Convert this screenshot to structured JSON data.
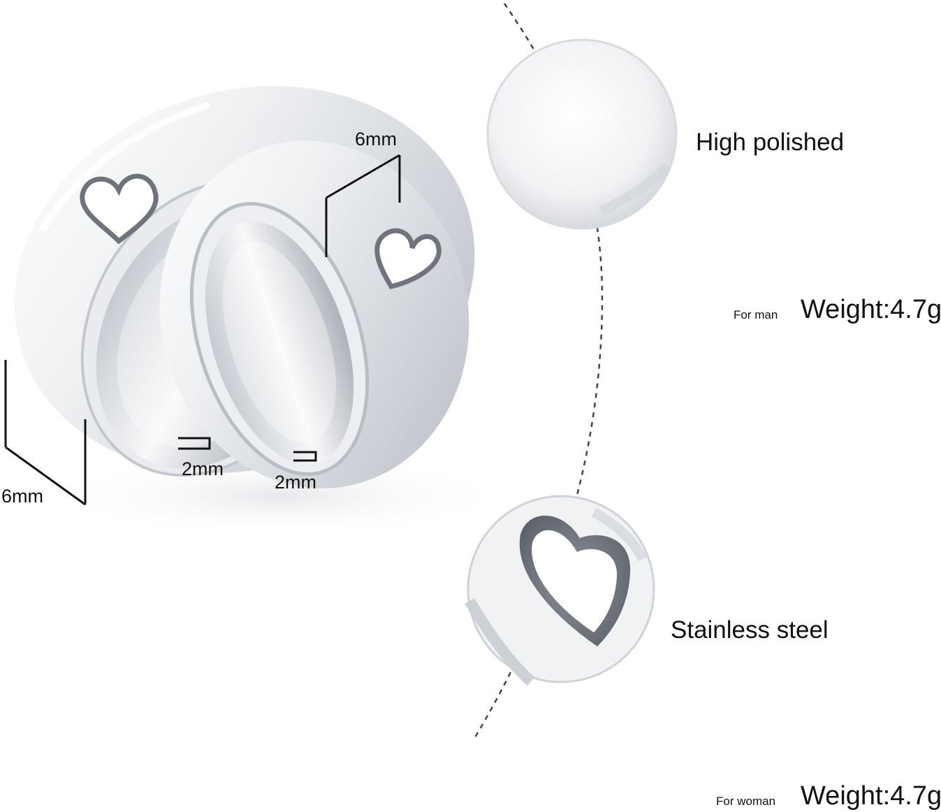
{
  "product": {
    "dimension_labels": {
      "width_man_top": "6mm",
      "width_man_left": "6mm",
      "thickness_man": "2mm",
      "thickness_woman": "2mm"
    },
    "features": {
      "finish": "High polished",
      "material": "Stainless steel"
    },
    "weights": {
      "man": {
        "label": "For man",
        "value": "Weight:4.7g"
      },
      "woman": {
        "label": "For woman",
        "value": "Weight:4.7g"
      }
    },
    "colors": {
      "metal_light": "#f4f5f7",
      "metal_mid": "#d2d5da",
      "metal_dark": "#9a9ea6",
      "heart_recess": "#7d8088",
      "line": "#111111",
      "dashed": "#444444"
    }
  }
}
